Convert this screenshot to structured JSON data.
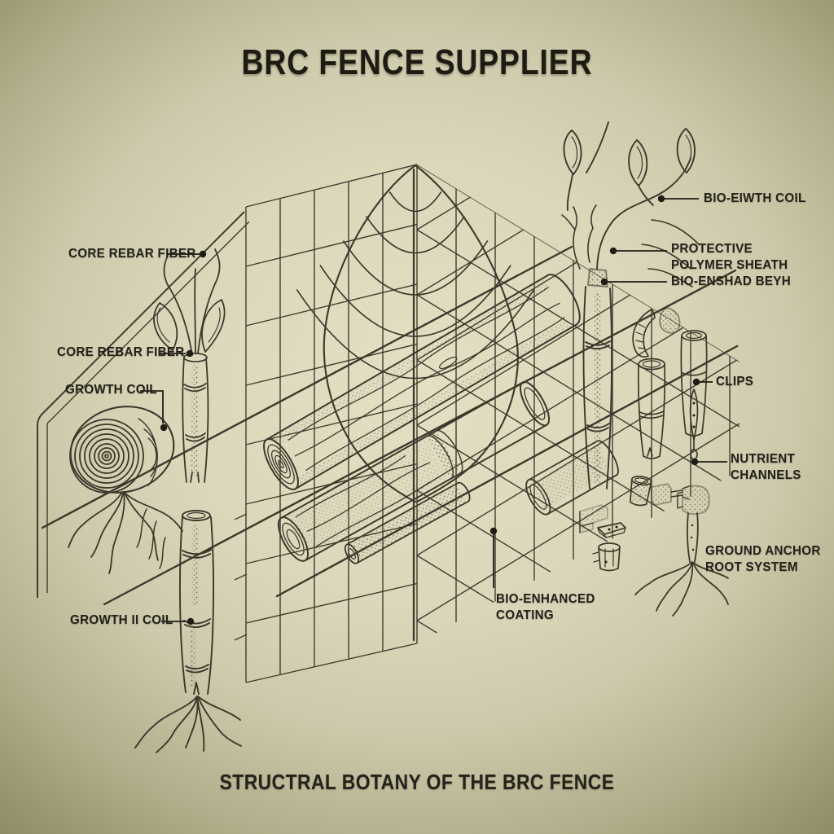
{
  "title": "BRC FENCE SUPPLIER",
  "caption": "STRUCTRAL BOTANY OF THE BRC FENCE",
  "colors": {
    "background_center": "#e6e2c6",
    "background_edge": "#8c8966",
    "ink": "#3b382c",
    "label_ink": "#23211a"
  },
  "labels": {
    "core_rebar_fiber_top": "CORE REBAR FIBER",
    "core_rebar_fiber": "CORE REBAR FIBER",
    "growth_coil": "GROWTH COIL",
    "growth_ii_coil": "GROWTH II COIL",
    "bio_eiwth_coil": "BIO-EIWTH COIL",
    "protective_polymer_sheath": "PROTECTIVE\nPOLYMER SHEATH",
    "bio_enshad_beyh": "BIO-ENSHAD BEYH",
    "clips": "CLIPS",
    "nutrient_channels": "NUTRIENT\nCHANNELS",
    "ground_anchor_root_system": "GROUND ANCHOR\nROOT SYSTEM",
    "bio_enhanced_coating": "BIO-ENHANCED\nCOATING"
  }
}
